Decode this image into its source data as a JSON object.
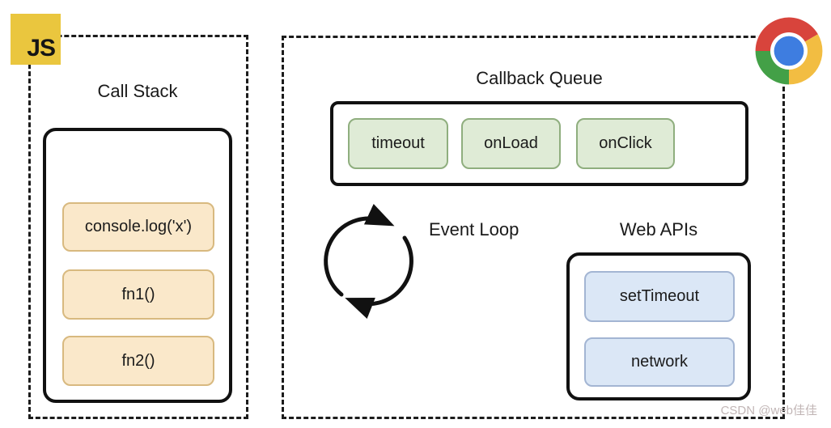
{
  "diagram": {
    "js_badge": {
      "label": "JS",
      "bg": "#EAC63E"
    },
    "call_stack": {
      "title": "Call Stack",
      "frames": [
        {
          "label": "console.log('x')"
        },
        {
          "label": "fn1()"
        },
        {
          "label": "fn2()"
        }
      ],
      "frame_bg": "#FAE8CA",
      "frame_border": "#D8B97F"
    },
    "callback_queue": {
      "title": "Callback Queue",
      "items": [
        {
          "label": "timeout"
        },
        {
          "label": "onLoad"
        },
        {
          "label": "onClick"
        }
      ],
      "item_bg": "#DFEBD6",
      "item_border": "#8FAE7E"
    },
    "event_loop": {
      "label": "Event Loop"
    },
    "web_apis": {
      "title": "Web APIs",
      "items": [
        {
          "label": "setTimeout"
        },
        {
          "label": "network"
        }
      ],
      "item_bg": "#DBE7F6",
      "item_border": "#A3B5D3"
    },
    "chrome_logo": {
      "red": "#D8443C",
      "yellow": "#F2BD42",
      "green": "#43A047",
      "blue": "#3E7DE0"
    },
    "watermark": {
      "text": "CSDN @web佳佳",
      "color": "#C2B6B6"
    }
  }
}
